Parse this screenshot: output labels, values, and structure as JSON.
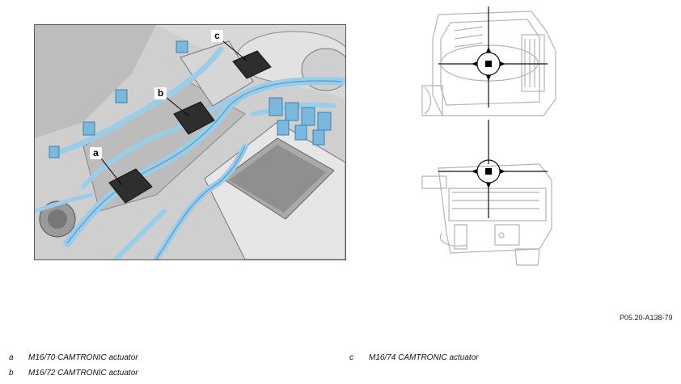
{
  "callouts": {
    "a": "a",
    "b": "b",
    "c": "c"
  },
  "figure_code": "P05.20-A138-79",
  "legend": [
    {
      "key": "a",
      "text": "M16/70 CAMTRONIC actuator"
    },
    {
      "key": "b",
      "text": "M16/72 CAMTRONIC actuator"
    },
    {
      "key": "c",
      "text": "M16/74 CAMTRONIC actuator"
    }
  ],
  "colors": {
    "harness": "#9ccde8",
    "harness_dark": "#5aa6d3",
    "actuator": "#2e2e2e",
    "engine": "#c9c9c9"
  }
}
